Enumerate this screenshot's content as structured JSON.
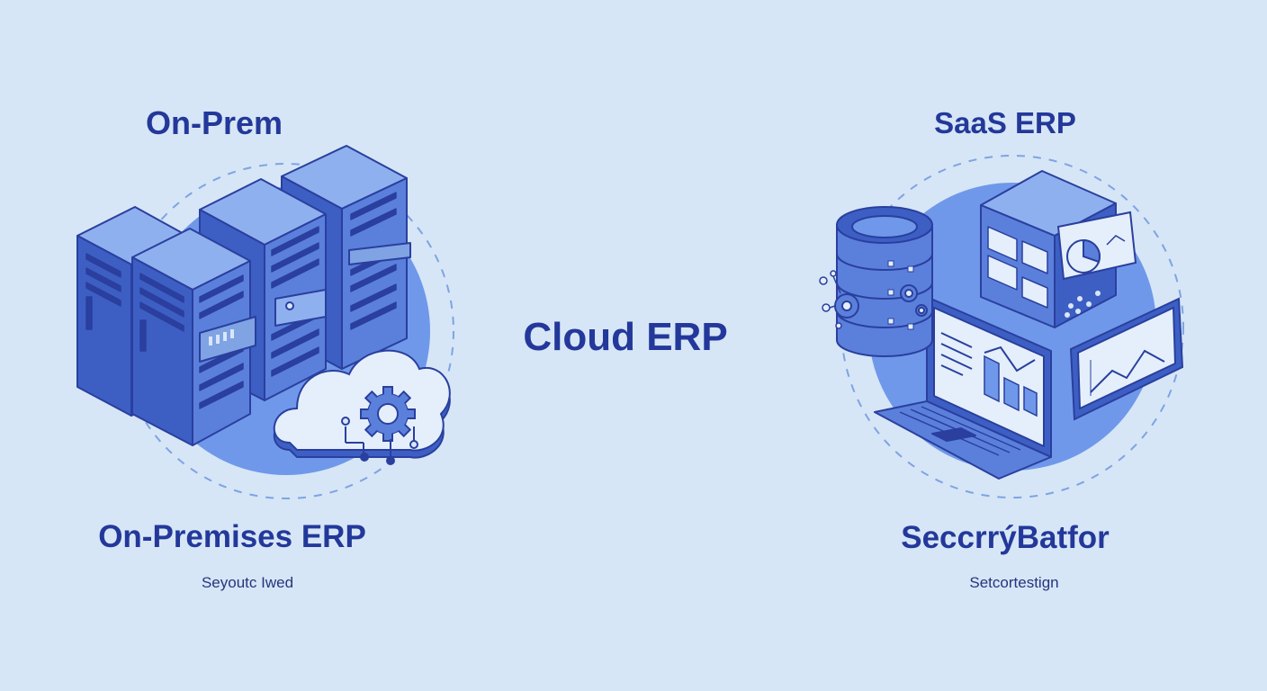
{
  "left": {
    "top_label": "On-Prem",
    "bottom_label": "On-Premises ERP",
    "caption": "Seyoutc Iwed"
  },
  "center": {
    "label": "Cloud ERP"
  },
  "right": {
    "top_label": "SaaS ERP",
    "bottom_label": "SeccrrýBatfor",
    "caption": "Setcortestign"
  },
  "colors": {
    "background": "#d6e6f6",
    "text": "#23389a",
    "server_front": "#5b80dc",
    "server_side": "#3d5fc4",
    "server_top": "#8fb0ee",
    "outline": "#2a3f9e",
    "disc": "#6f98ea",
    "cloud": "#e4effb"
  },
  "icons": [
    "server-rack-icon",
    "cloud-icon",
    "gear-icon",
    "database-icon",
    "server-block-icon",
    "laptop-icon",
    "pie-chart-icon",
    "line-chart-icon",
    "bar-chart-icon"
  ]
}
